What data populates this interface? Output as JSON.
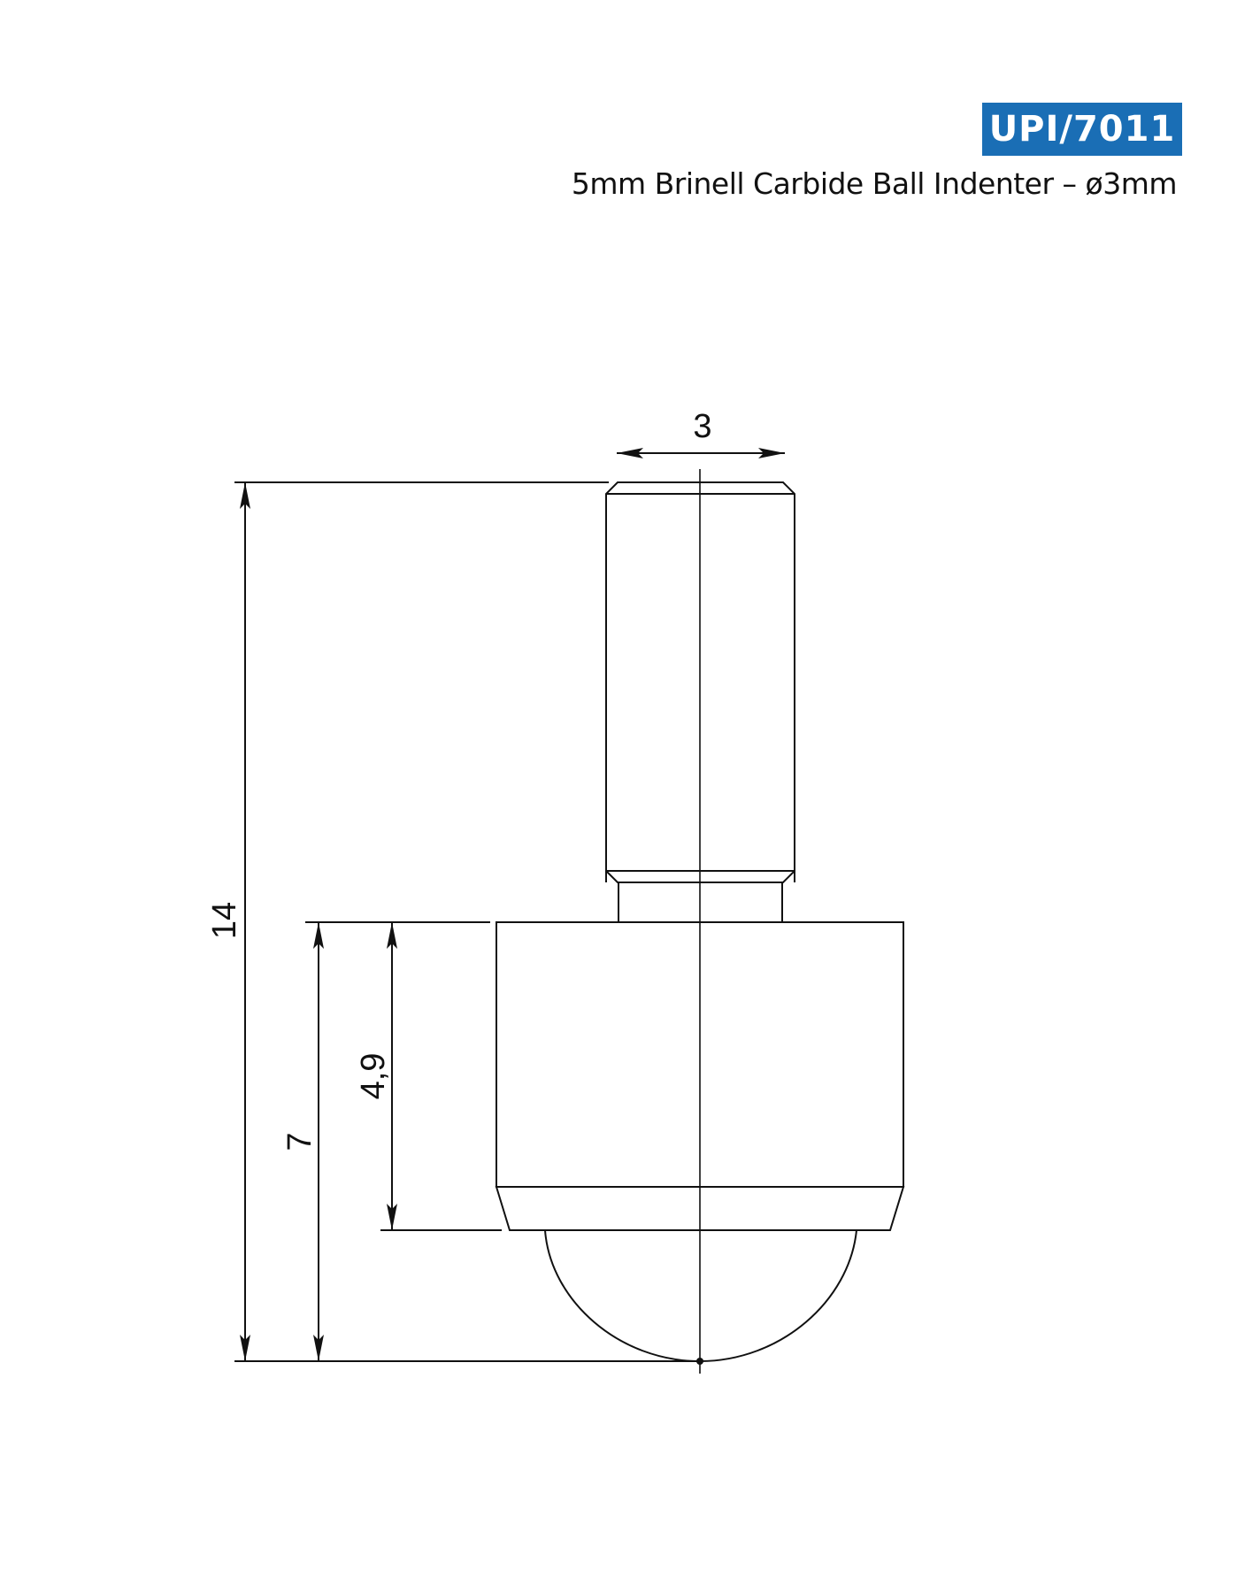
{
  "header": {
    "part_number": "UPI/7011",
    "title": "5mm Brinell Carbide Ball Indenter – ø3mm"
  },
  "colors": {
    "badge_background": "#1a6eb5",
    "badge_text": "#ffffff",
    "line": "#111111"
  },
  "drawing": {
    "view": "side elevation",
    "components": [
      "shank",
      "neck",
      "body",
      "chamfer",
      "carbide ball"
    ],
    "dimensions": {
      "shank_diameter": "3",
      "overall_length": "14",
      "body_to_tip": "7",
      "body_height": "4,9"
    },
    "units": "mm"
  }
}
